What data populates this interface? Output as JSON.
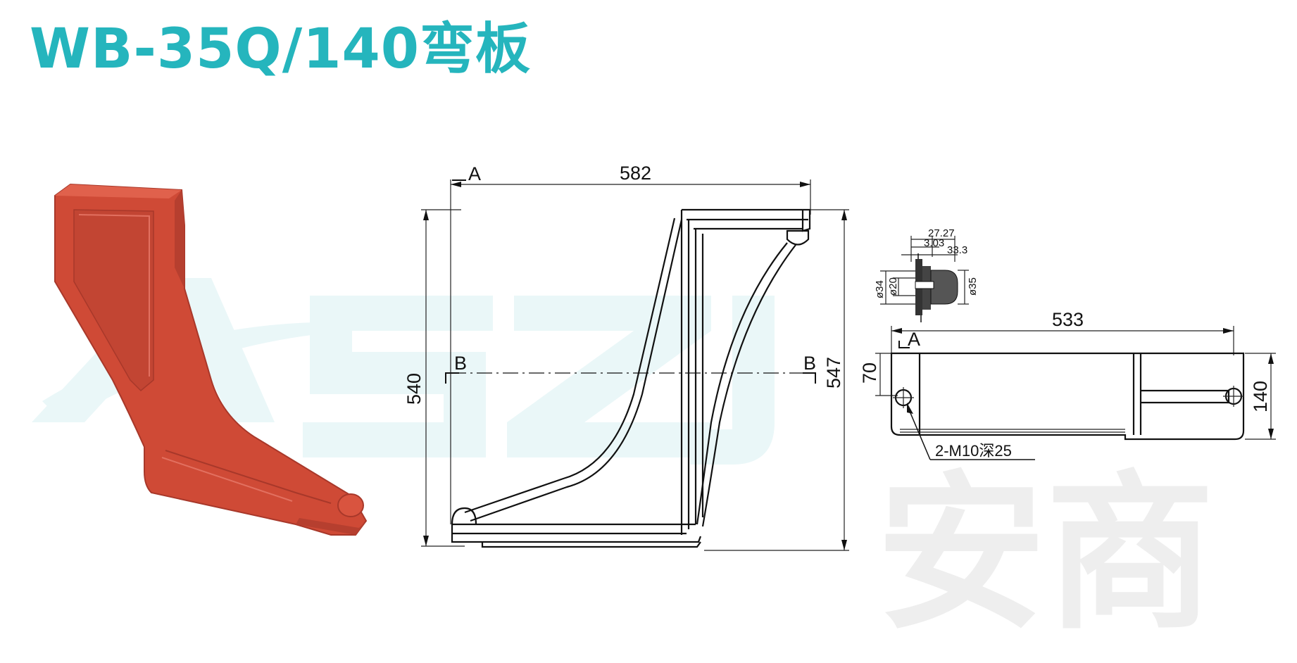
{
  "title": "WB-35Q/140弯板",
  "watermark": {
    "latin": "ASZJ",
    "cjk": "安商"
  },
  "colors": {
    "title": "#25b5bd",
    "part": "#cf4a36",
    "part_dark": "#a8382a",
    "watermark": "#eaf7f8"
  },
  "front_view": {
    "section_a": "A",
    "section_b_left": "B",
    "section_b_right": "B",
    "width": "582",
    "height_inner": "540",
    "height_outer": "547"
  },
  "detail_view": {
    "d1": "27.27",
    "d2": "3.03",
    "d3": "33.3",
    "dia_outer": "ø34",
    "dia_inner": "ø20",
    "dia_right": "ø35"
  },
  "side_view": {
    "section_a": "A",
    "length": "533",
    "height_left": "70",
    "height_right": "140",
    "hole_note": "2-M10深25"
  }
}
